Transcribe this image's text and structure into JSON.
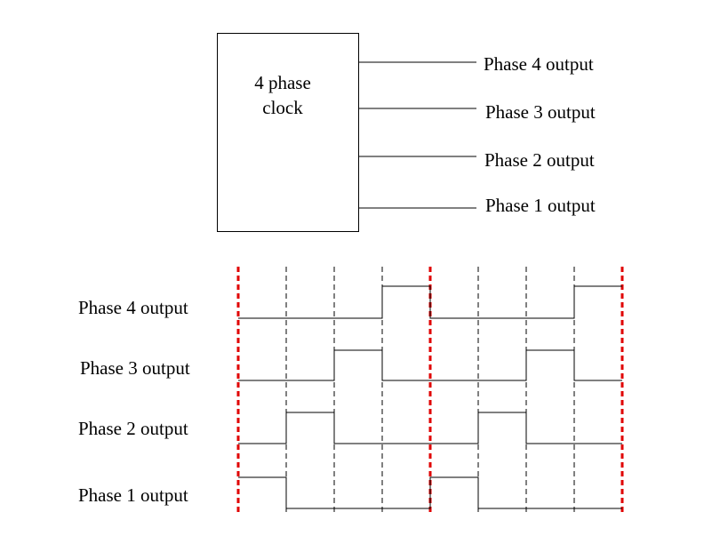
{
  "clock": {
    "label": "4 phase\nclock"
  },
  "outputs": [
    {
      "label": "Phase 4 output"
    },
    {
      "label": "Phase 3 output"
    },
    {
      "label": "Phase 2 output"
    },
    {
      "label": "Phase 1 output"
    }
  ],
  "waveform": {
    "signals": [
      {
        "label": "Phase 4 output",
        "levels": [
          0,
          0,
          0,
          1,
          0,
          0,
          0,
          1
        ]
      },
      {
        "label": "Phase 3 output",
        "levels": [
          0,
          0,
          1,
          0,
          0,
          0,
          1,
          0
        ]
      },
      {
        "label": "Phase 2 output",
        "levels": [
          0,
          1,
          0,
          0,
          0,
          1,
          0,
          0
        ]
      },
      {
        "label": "Phase 1 output",
        "levels": [
          1,
          0,
          0,
          0,
          1,
          0,
          0,
          0
        ]
      }
    ],
    "period_marker_color": "#e00000",
    "line_color": "#000000"
  }
}
